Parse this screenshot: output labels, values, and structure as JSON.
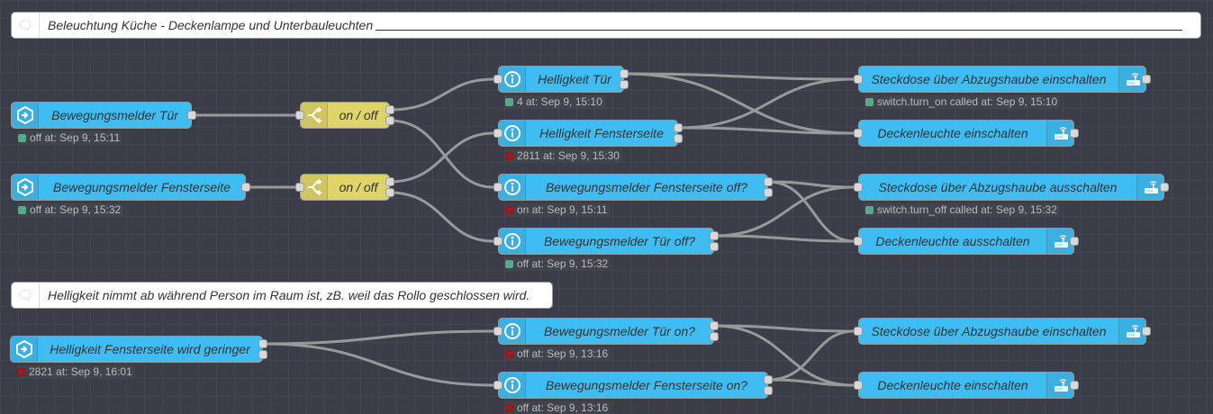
{
  "colors": {
    "canvas": "#3b3e48",
    "ha_node": "#3fbdf2",
    "switch_node": "#dfd46a",
    "status_green": "#55aa88",
    "status_red": "#cc0000",
    "wire": "#999999"
  },
  "comments": [
    {
      "text": "Beleuchtung Küche - Deckenlampe und Unterbauleuchten",
      "icon": "comment-icon"
    },
    {
      "text": "Helligkeit nimmt ab während Person im Raum ist, zB. weil das Rollo geschlossen wird.",
      "icon": "comment-icon"
    }
  ],
  "nodes": [
    {
      "label": "Bewegungsmelder Tür",
      "type": "state-trigger",
      "icon": "arrow-hexagon-icon",
      "status": "off at: Sep 9, 15:11",
      "status_color": "green"
    },
    {
      "label": "Bewegungsmelder Fensterseite",
      "type": "state-trigger",
      "icon": "arrow-hexagon-icon",
      "status": "off at: Sep 9, 15:32",
      "status_color": "green"
    },
    {
      "label": "on / off",
      "type": "switch",
      "icon": "switch-icon"
    },
    {
      "label": "on / off",
      "type": "switch",
      "icon": "switch-icon"
    },
    {
      "label": "Helligkeit Tür",
      "type": "current-state",
      "icon": "info-icon",
      "status": "4 at: Sep 9, 15:10",
      "status_color": "green"
    },
    {
      "label": "Helligkeit Fensterseite",
      "type": "current-state",
      "icon": "info-icon",
      "status": "2811 at: Sep 9, 15:30",
      "status_color": "red"
    },
    {
      "label": "Bewegungsmelder Fensterseite off?",
      "type": "current-state",
      "icon": "info-icon",
      "status": "on at: Sep 9, 15:11",
      "status_color": "red"
    },
    {
      "label": "Bewegungsmelder Tür off?",
      "type": "current-state",
      "icon": "info-icon",
      "status": "off at: Sep 9, 15:32",
      "status_color": "green"
    },
    {
      "label": "Steckdose über Abzugshaube einschalten",
      "type": "call-service",
      "icon": "router-icon",
      "status": "switch.turn_on called at: Sep 9, 15:10",
      "status_color": "green"
    },
    {
      "label": "Deckenleuchte einschalten",
      "type": "call-service",
      "icon": "router-icon"
    },
    {
      "label": "Steckdose über Abzugshaube ausschalten",
      "type": "call-service",
      "icon": "router-icon",
      "status": "switch.turn_off called at: Sep 9, 15:32",
      "status_color": "green"
    },
    {
      "label": "Deckenleuchte ausschalten",
      "type": "call-service",
      "icon": "router-icon"
    },
    {
      "label": "Helligkeit Fensterseite wird geringer",
      "type": "state-trigger",
      "icon": "arrow-hexagon-icon",
      "status": "2821 at: Sep 9, 16:01",
      "status_color": "red"
    },
    {
      "label": "Bewegungsmelder Tür on?",
      "type": "current-state",
      "icon": "info-icon",
      "status": "off at: Sep 9, 13:16",
      "status_color": "red"
    },
    {
      "label": "Bewegungsmelder Fensterseite on?",
      "type": "current-state",
      "icon": "info-icon",
      "status": "off at: Sep 9, 13:16",
      "status_color": "red"
    },
    {
      "label": "Steckdose über Abzugshaube einschalten",
      "type": "call-service",
      "icon": "router-icon"
    },
    {
      "label": "Deckenleuchte einschalten",
      "type": "call-service",
      "icon": "router-icon"
    }
  ]
}
